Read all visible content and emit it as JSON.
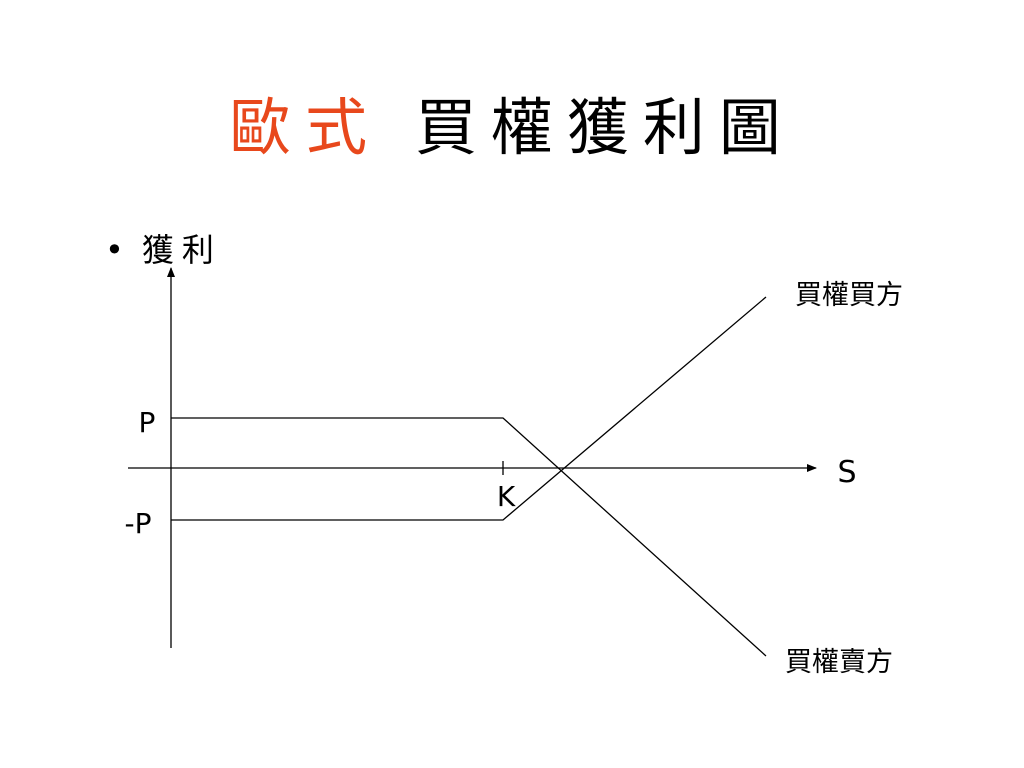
{
  "slide": {
    "title_highlight": "歐式",
    "title_rest": "買權獲利圖",
    "accent_color": "#e8481c"
  },
  "bullet": {
    "text": "獲利"
  },
  "diagram": {
    "x_axis_label": "S",
    "strike_label": "K",
    "premium_label": "P",
    "neg_premium_label": "-P",
    "buyer_label": "買權買方",
    "seller_label": "買權賣方"
  }
}
